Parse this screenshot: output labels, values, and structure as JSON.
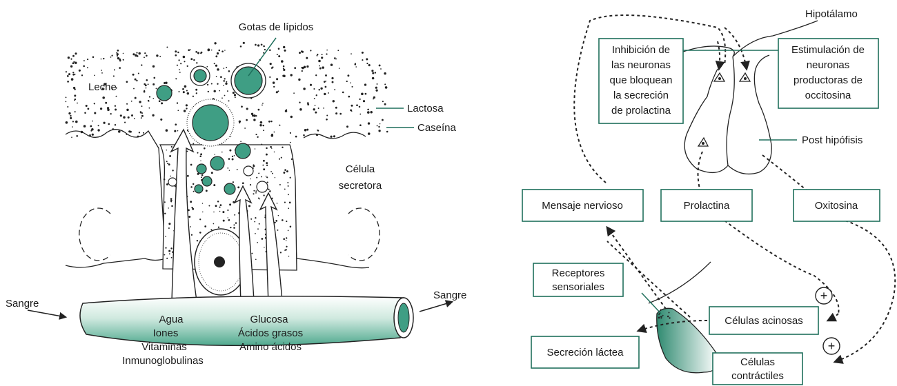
{
  "left_panel": {
    "gotas": "Gotas de lípidos",
    "leche": "Leche",
    "lactosa": "Lactosa",
    "caseina": "Caseína",
    "celula_line1": "Célula",
    "celula_line2": "secretora",
    "sangre_left": "Sangre",
    "sangre_right": "Sangre",
    "in_left": [
      "Agua",
      "Iones",
      "Vitaminas",
      "Inmunoglobulinas"
    ],
    "in_right": [
      "Glucosa",
      "Ácidos grasos",
      "Amino ácidos"
    ]
  },
  "right_panel": {
    "hipotalamo": "Hipotálamo",
    "inhibicion": [
      "Inhibición de",
      "las neuronas",
      "que bloquean",
      "la secreción",
      "de prolactina"
    ],
    "estimulacion": [
      "Estimulación de",
      "neuronas",
      "productoras de",
      "occitosina"
    ],
    "post_hipofisis": "Post hipófisis",
    "mensaje": "Mensaje nervioso",
    "prolactina": "Prolactina",
    "oxitosina": "Oxitosina",
    "receptores": [
      "Receptores",
      "sensoriales"
    ],
    "acinosas": "Células acinosas",
    "secrecion": "Secreción láctea",
    "contractiles": [
      "Células",
      "contráctiles"
    ],
    "plus_symbol": "+"
  },
  "colors": {
    "accent": "#3f9e84",
    "box_border": "#1f6f5c",
    "ink": "#222222"
  }
}
